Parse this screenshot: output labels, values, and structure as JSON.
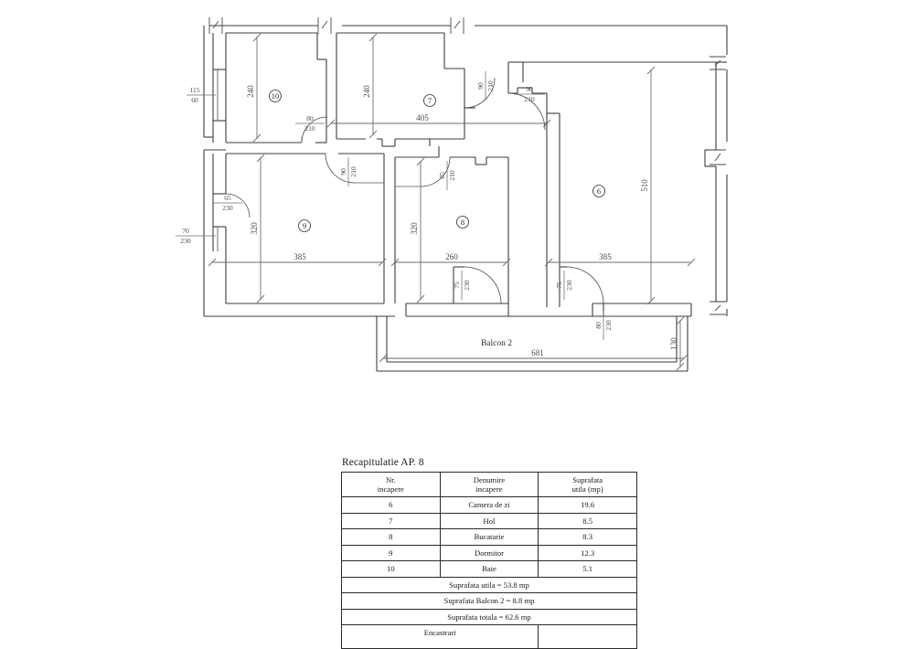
{
  "drawing": {
    "balcony_label": "Balcon 2",
    "room_numbers": [
      "10",
      "7",
      "6",
      "9",
      "8"
    ],
    "dimensions": {
      "room10_height": "240",
      "room7_height": "240",
      "room7_width": "405",
      "room6_height": "510",
      "room6_width": "385",
      "room9_height": "320",
      "room9_width": "385",
      "room8_height": "320",
      "room8_width": "260",
      "balcony_width": "681",
      "balcony_depth": "130"
    },
    "openings": [
      {
        "name": "window-115-60",
        "w": "115",
        "h": "60"
      },
      {
        "name": "window-70-230",
        "w": "70",
        "h": "230"
      },
      {
        "name": "door-65-230",
        "w": "65",
        "h": "230"
      },
      {
        "name": "door-80-210",
        "w": "80",
        "h": "210"
      },
      {
        "name": "door-90-210-a",
        "w": "90",
        "h": "210"
      },
      {
        "name": "door-90-210-b",
        "w": "90",
        "h": "210"
      },
      {
        "name": "door-90-210-c",
        "w": "90",
        "h": "210"
      },
      {
        "name": "door-85-210",
        "w": "85",
        "h": "210"
      },
      {
        "name": "door-75-230-a",
        "w": "75",
        "h": "230"
      },
      {
        "name": "door-75-230-b",
        "w": "75",
        "h": "230"
      },
      {
        "name": "door-80-230",
        "w": "80",
        "h": "230"
      }
    ]
  },
  "recap": {
    "title": "Recapitulatie AP. 8",
    "headers": {
      "nr_line1": "Nr.",
      "nr_line2": "incapere",
      "name_line1": "Denumire",
      "name_line2": "incapere",
      "area_line1": "Suprafata",
      "area_line2": "utila (mp)"
    },
    "rows": [
      {
        "nr": "6",
        "name": "Camera de zi",
        "area": "19.6"
      },
      {
        "nr": "7",
        "name": "Hol",
        "area": "8.5"
      },
      {
        "nr": "8",
        "name": "Bucatarie",
        "area": "8.3"
      },
      {
        "nr": "9",
        "name": "Dormitor",
        "area": "12.3"
      },
      {
        "nr": "10",
        "name": "Baie",
        "area": "5.1"
      }
    ],
    "summaries": [
      "Suprafata utila = 53.8 mp",
      "Suprafata Balcon 2 = 8.8 mp",
      "Suprafata totala = 62.6 mp"
    ],
    "last_row_label": "Encastrari"
  }
}
